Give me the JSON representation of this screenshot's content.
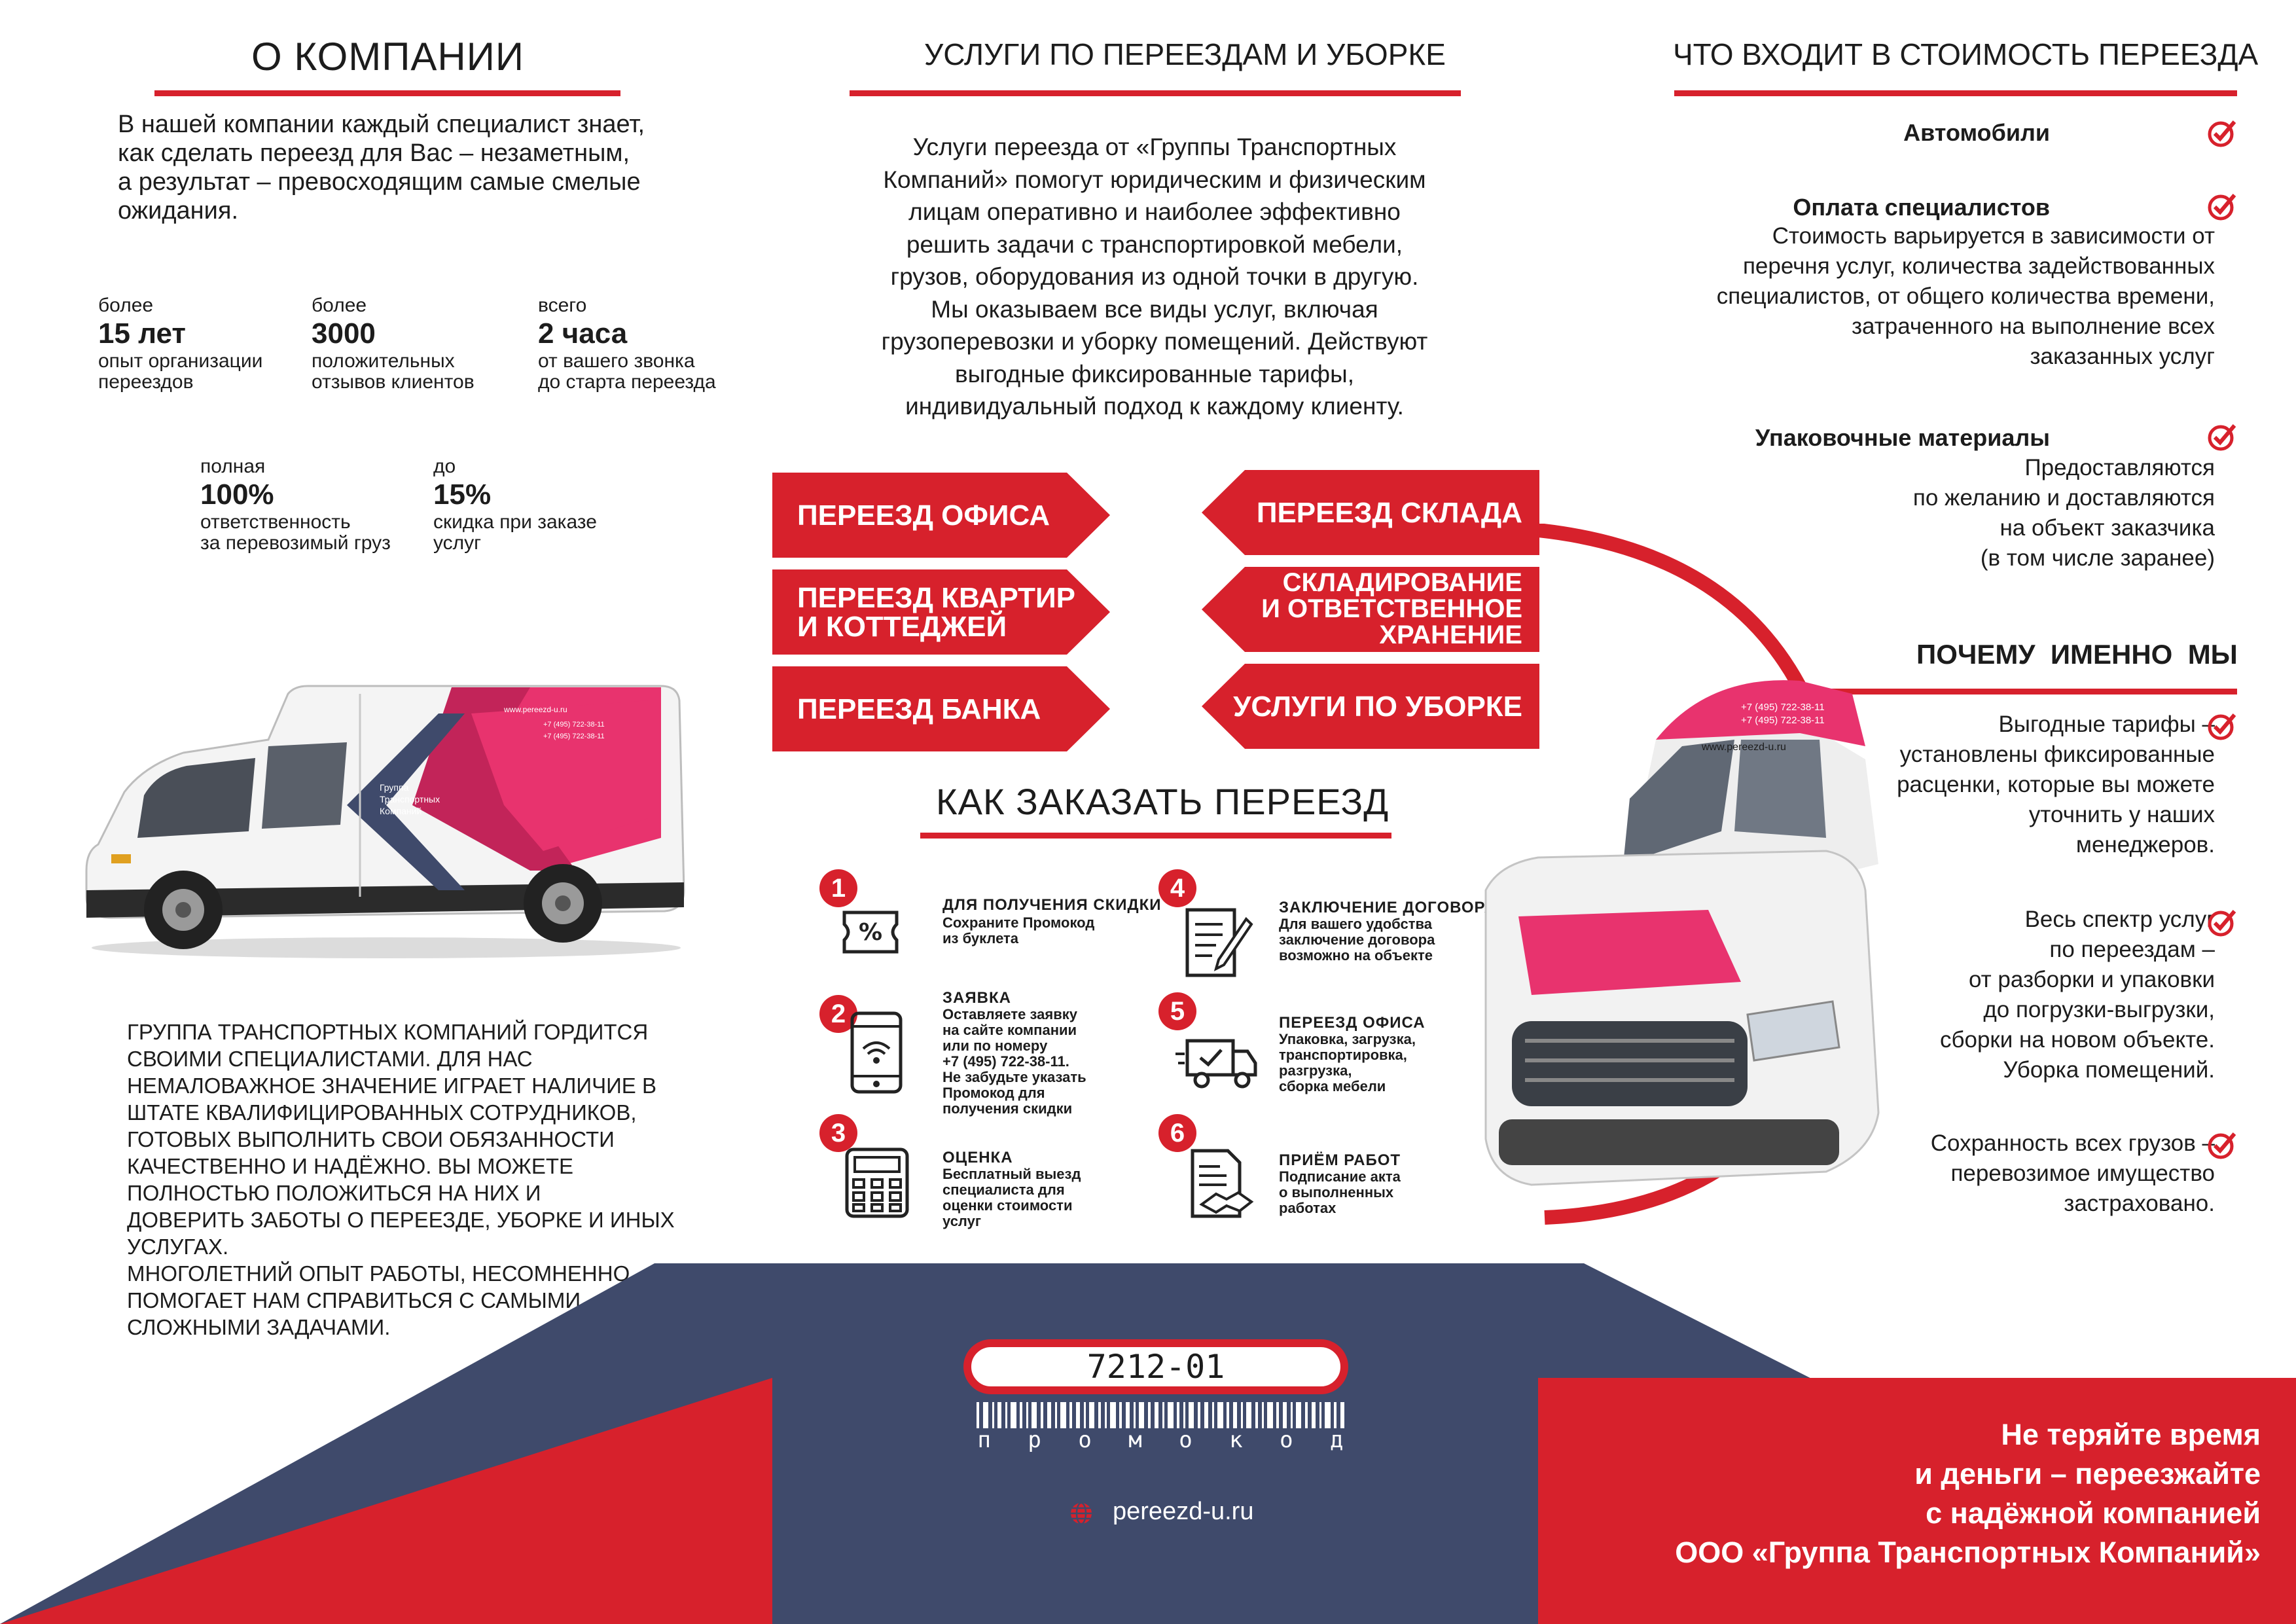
{
  "about": {
    "title": "О КОМПАНИИ",
    "intro": "В нашей компании каждый специалист знает,\nкак сделать переезд для Вас – незаметным,\nа результат – превосходящим самые смелые\nожидания.",
    "stats": [
      {
        "pre": "более",
        "big": "15 лет",
        "desc": "опыт организации\nпереездов"
      },
      {
        "pre": "более",
        "big": "3000",
        "desc": "положительных\nотзывов клиентов"
      },
      {
        "pre": "всего",
        "big": "2 часа",
        "desc": "от вашего звонка\nдо старта переезда"
      },
      {
        "pre": "полная",
        "big": "100%",
        "desc": "ответственность\nза перевозимый груз"
      },
      {
        "pre": "до",
        "big": "15%",
        "desc": "скидка при заказе\nуслуг"
      }
    ],
    "pride_text": "ГРУППА ТРАНСПОРТНЫХ КОМПАНИЙ ГОРДИТСЯ\nСВОИМИ СПЕЦИАЛИСТАМИ. ДЛЯ НАС\nНЕМАЛОВАЖНОЕ ЗНАЧЕНИЕ ИГРАЕТ НАЛИЧИЕ В\nШТАТЕ КВАЛИФИЦИРОВАННЫХ СОТРУДНИКОВ,\nГОТОВЫХ ВЫПОЛНИТЬ СВОИ ОБЯЗАННОСТИ\nКАЧЕСТВЕННО И НАДЁЖНО. ВЫ МОЖЕТЕ\nПОЛНОСТЬЮ ПОЛОЖИТЬСЯ НА НИХ И\nДОВЕРИТЬ ЗАБОТЫ О ПЕРЕЕЗДЕ, УБОРКЕ И ИНЫХ\nУСЛУГАХ.\nМНОГОЛЕТНИЙ ОПЫТ РАБОТЫ, НЕСОМНЕННО,\nПОМОГАЕТ НАМ СПРАВИТЬСЯ С САМЫМИ\nСЛОЖНЫМИ ЗАДАЧАМИ."
  },
  "services": {
    "title": "УСЛУГИ ПО ПЕРЕЕЗДАМ И УБОРКЕ",
    "intro": "Услуги переезда от «Группы Транспортных\nКомпаний» помогут юридическим и физическим\nлицам оперативно и наиболее эффективно\nрешить задачи с транспортировкой мебели,\nгрузов, оборудования из одной точки в другую.\nМы оказываем все виды услуг, включая\nгрузоперевозки и уборку помещений. Действуют\nвыгодные фиксированные тарифы,\nиндивидуальный подход к каждому клиенту.",
    "left": [
      "ПЕРЕЕЗД ОФИСА",
      "ПЕРЕЕЗД КВАРТИР\nИ КОТТЕДЖЕЙ",
      "ПЕРЕЕЗД БАНКА"
    ],
    "right": [
      "ПЕРЕЕЗД СКЛАДА",
      "СКЛАДИРОВАНИЕ\nИ ОТВЕТСТВЕННОЕ\nХРАНЕНИЕ",
      "УСЛУГИ ПО УБОРКЕ"
    ]
  },
  "order": {
    "title": "КАК ЗАКАЗАТЬ ПЕРЕЕЗД",
    "steps": [
      {
        "num": "1",
        "title": "ДЛЯ ПОЛУЧЕНИЯ СКИДКИ",
        "text": "Сохраните Промокод\nиз буклета",
        "icon": "discount-ticket-icon"
      },
      {
        "num": "2",
        "title": "ЗАЯВКА",
        "text": "Оставляете заявку\nна сайте компании\nили по номеру\n+7 (495) 722-38-11.\nНе забудьте указать\nПромокод для\nполучения скидки",
        "icon": "phone-icon"
      },
      {
        "num": "3",
        "title": "ОЦЕНКА",
        "text": "Бесплатный выезд\nспециалиста для\nоценки стоимости\nуслуг",
        "icon": "calculator-icon"
      },
      {
        "num": "4",
        "title": "ЗАКЛЮЧЕНИЕ ДОГОВОРА",
        "text": "Для вашего удобства\nзаключение договора\nвозможно на объекте",
        "icon": "contract-pen-icon"
      },
      {
        "num": "5",
        "title": "ПЕРЕЕЗД ОФИСА",
        "text": "Упаковка, загрузка,\nтранспортировка,\nразгрузка,\nсборка мебели",
        "icon": "delivery-truck-icon"
      },
      {
        "num": "6",
        "title": "ПРИЁМ РАБОТ",
        "text": "Подписание акта\nо выполненных\nработах",
        "icon": "handshake-document-icon"
      }
    ]
  },
  "included": {
    "title": "ЧТО ВХОДИТ В СТОИМОСТЬ ПЕРЕЕЗДА",
    "items": [
      {
        "title": "Автомобили",
        "text": ""
      },
      {
        "title": "Оплата специалистов",
        "text": "Стоимость варьируется в зависимости от\nперечня услуг, количества задействованных\nспециалистов, от общего количества времени,\nзатраченного на выполнение всех\nзаказанных услуг"
      },
      {
        "title": "Упаковочные материалы",
        "text": "Предоставляются\nпо желанию и доставляются\nна объект заказчика\n(в том числе заранее)"
      }
    ]
  },
  "why": {
    "title": "ПОЧЕМУ  ИМЕННО  МЫ",
    "items": [
      "Выгодные тарифы –\nустановлены фиксированные\nрасценки, которые вы можете\nуточнить у наших\nменеджеров.",
      "Весь спектр услуг\nпо переездам –\nот разборки и упаковки\nдо погрузки-выгрузки,\nсборки на новом объекте.\nУборка помещений.",
      "Сохранность всех грузов –\nперевозимое имущество\nзастраховано."
    ]
  },
  "footer": {
    "promo_code": "7212-01",
    "promo_label": "п р о м о к о д",
    "website": "pereezd-u.ru",
    "slogan": "Не теряйте время\nи деньги – переезжайте\nс надёжной компанией\nООО «Группа Транспортных Компаний»"
  },
  "van_side": {
    "brand": "Группа\nТранспортных\nКомпаний",
    "phone1": "+7 (495) 722-38-11",
    "phone2": "+7 (495) 722-38-11",
    "site": "www.pereezd-u.ru"
  },
  "van_front": {
    "phone1": "+7 (495) 722-38-11",
    "phone2": "+7 (495) 722-38-11",
    "site": "www.pereezd-u.ru"
  },
  "colors": {
    "accent": "#d7212c",
    "navy": "#3f4a6b",
    "pink": "#e8336e"
  }
}
